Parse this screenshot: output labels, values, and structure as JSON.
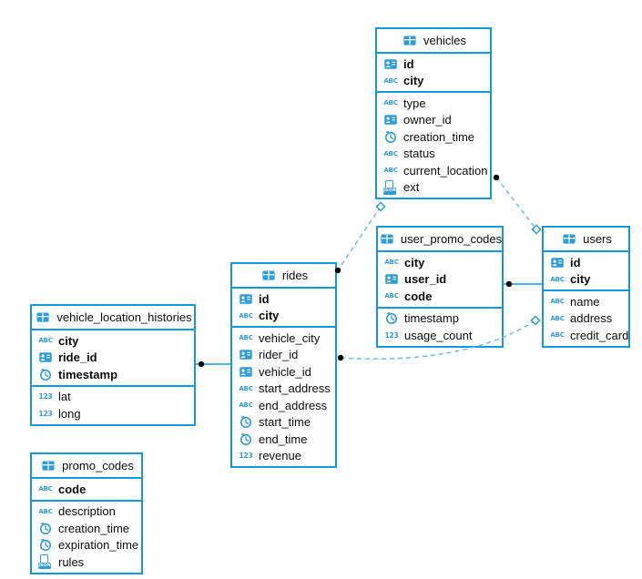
{
  "glyphs": {
    "text_type": "ABC",
    "number_type": "123",
    "json_type": "JSON"
  },
  "colors": {
    "table_border": "#1697d8",
    "icon_blue": "#2e9cd9",
    "connector_dashed": "#64b9e6",
    "connector_solid": "#1697d8",
    "endpoint_dot": "#000000",
    "text": "#0d0d0d",
    "background": "#ffffff"
  },
  "tables": {
    "vehicles": {
      "title": "vehicles",
      "primary_columns": [
        {
          "icon": "id-type-icon",
          "label": "id"
        },
        {
          "icon": "text-type-icon",
          "label": "city"
        }
      ],
      "columns": [
        {
          "icon": "text-type-icon",
          "label": "type"
        },
        {
          "icon": "id-type-icon",
          "label": "owner_id"
        },
        {
          "icon": "timestamp-type-icon",
          "label": "creation_time"
        },
        {
          "icon": "text-type-icon",
          "label": "status"
        },
        {
          "icon": "text-type-icon",
          "label": "current_location"
        },
        {
          "icon": "json-type-icon",
          "label": "ext"
        }
      ]
    },
    "user_promo_codes": {
      "title": "user_promo_codes",
      "primary_columns": [
        {
          "icon": "text-type-icon",
          "label": "city"
        },
        {
          "icon": "id-type-icon",
          "label": "user_id"
        },
        {
          "icon": "text-type-icon",
          "label": "code"
        }
      ],
      "columns": [
        {
          "icon": "timestamp-type-icon",
          "label": "timestamp"
        },
        {
          "icon": "number-type-icon",
          "label": "usage_count"
        }
      ]
    },
    "users": {
      "title": "users",
      "primary_columns": [
        {
          "icon": "id-type-icon",
          "label": "id"
        },
        {
          "icon": "text-type-icon",
          "label": "city"
        }
      ],
      "columns": [
        {
          "icon": "text-type-icon",
          "label": "name"
        },
        {
          "icon": "text-type-icon",
          "label": "address"
        },
        {
          "icon": "text-type-icon",
          "label": "credit_card"
        }
      ]
    },
    "rides": {
      "title": "rides",
      "primary_columns": [
        {
          "icon": "id-type-icon",
          "label": "id"
        },
        {
          "icon": "text-type-icon",
          "label": "city"
        }
      ],
      "columns": [
        {
          "icon": "text-type-icon",
          "label": "vehicle_city"
        },
        {
          "icon": "id-type-icon",
          "label": "rider_id"
        },
        {
          "icon": "id-type-icon",
          "label": "vehicle_id"
        },
        {
          "icon": "text-type-icon",
          "label": "start_address"
        },
        {
          "icon": "text-type-icon",
          "label": "end_address"
        },
        {
          "icon": "timestamp-type-icon",
          "label": "start_time"
        },
        {
          "icon": "timestamp-type-icon",
          "label": "end_time"
        },
        {
          "icon": "number-type-icon",
          "label": "revenue"
        }
      ]
    },
    "vehicle_location_histories": {
      "title": "vehicle_location_histories",
      "primary_columns": [
        {
          "icon": "text-type-icon",
          "label": "city"
        },
        {
          "icon": "id-type-icon",
          "label": "ride_id"
        },
        {
          "icon": "timestamp-type-icon",
          "label": "timestamp"
        }
      ],
      "columns": [
        {
          "icon": "number-type-icon",
          "label": "lat"
        },
        {
          "icon": "number-type-icon",
          "label": "long"
        }
      ]
    },
    "promo_codes": {
      "title": "promo_codes",
      "primary_columns": [
        {
          "icon": "text-type-icon",
          "label": "code"
        }
      ],
      "columns": [
        {
          "icon": "text-type-icon",
          "label": "description"
        },
        {
          "icon": "timestamp-type-icon",
          "label": "creation_time"
        },
        {
          "icon": "timestamp-type-icon",
          "label": "expiration_time"
        },
        {
          "icon": "json-type-icon",
          "label": "rules"
        }
      ]
    }
  },
  "relations": [
    {
      "from_table": "rides",
      "to_table": "vehicles",
      "style": "dashed",
      "from_marker": "dot",
      "to_marker": "diamond"
    },
    {
      "from_table": "users",
      "to_table": "vehicles",
      "style": "dashed",
      "from_marker": "diamond",
      "to_marker": "dot"
    },
    {
      "from_table": "users",
      "to_table": "user_promo_codes",
      "style": "solid",
      "from_marker": "edge",
      "to_marker": "dot"
    },
    {
      "from_table": "users",
      "to_table": "rides",
      "style": "dashed",
      "from_marker": "diamond",
      "to_marker": "dot"
    },
    {
      "from_table": "rides",
      "to_table": "vehicle_location_histories",
      "style": "solid",
      "from_marker": "edge",
      "to_marker": "dot"
    }
  ]
}
